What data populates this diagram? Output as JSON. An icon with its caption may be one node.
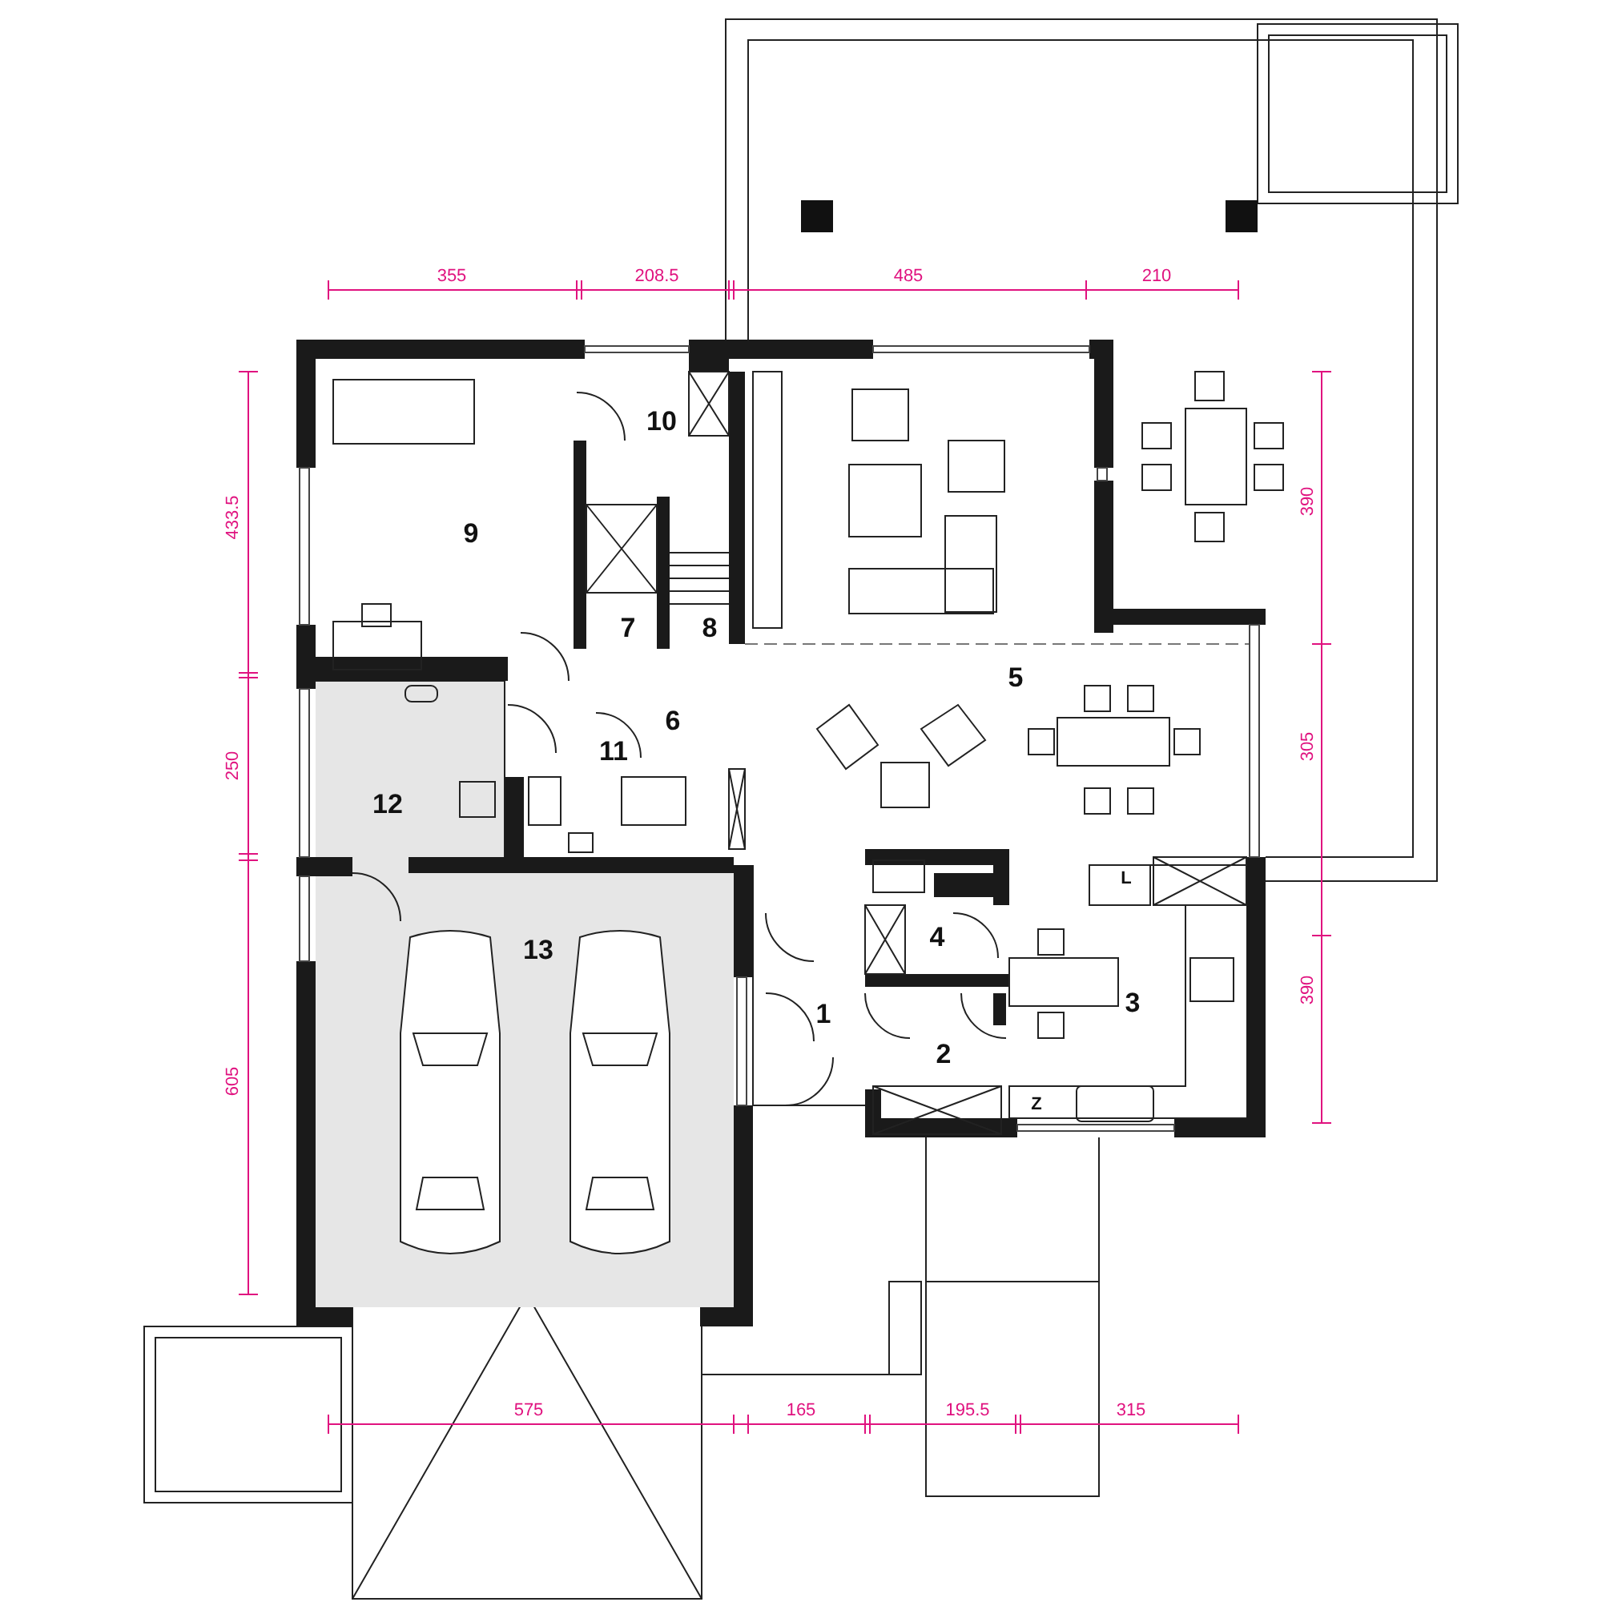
{
  "diagram": {
    "labels": [
      "355",
      "208.5",
      "485",
      "210",
      "433.5",
      "250",
      "605",
      "390",
      "305",
      "390",
      "10",
      "9",
      "7",
      "8",
      "6",
      "5",
      "11",
      "12",
      "L",
      "4",
      "13",
      "3",
      "1",
      "2",
      "Z",
      "575",
      "165",
      "195.5",
      "315"
    ]
  }
}
